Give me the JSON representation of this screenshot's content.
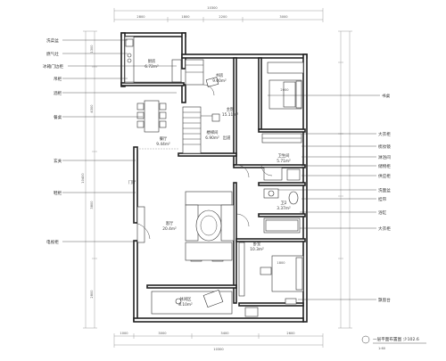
{
  "top_dims": {
    "overall": "10300",
    "segments": [
      "2800",
      "1800",
      "2200",
      "3000"
    ]
  },
  "bottom_dims": {
    "overall": "10300",
    "segments": [
      "1000",
      "3000",
      "3400",
      "2600"
    ]
  },
  "left_dims": {
    "overall": "10400",
    "segments": [
      "1300",
      "4300",
      "3800",
      "2800"
    ]
  },
  "left_labels": [
    "洗菜盆",
    "燃气灶",
    "冰箱门边柜",
    "吊柜",
    "酒柜",
    "餐桌",
    "玄关",
    "鞋柜",
    "电视柜"
  ],
  "right_labels": [
    "书桌",
    "大衣柜",
    "梳妆镜",
    "淋浴间",
    "储物柜",
    "供应柜",
    "洗面盆",
    "挂帘",
    "浴缸",
    "大衣柜",
    "飘窗台"
  ],
  "rooms": [
    {
      "name": "厨房",
      "area": "6.72m²"
    },
    {
      "name": "书房",
      "area": "9.00m²"
    },
    {
      "name": "主卧",
      "area": "15.11m²"
    },
    {
      "name": "餐厅",
      "area": "9.44m²"
    },
    {
      "name": "楼梯间",
      "area": "6.90m²"
    },
    {
      "name": "卫生间",
      "area": "5.71m²"
    },
    {
      "name": "卫2",
      "area": "3.37m²"
    },
    {
      "name": "客厅",
      "area": "20.4m²"
    },
    {
      "name": "卧室",
      "area": "10.3m²"
    },
    {
      "name": "休闲区",
      "area": "8.10m²"
    }
  ],
  "extra_labels": {
    "entry_door": "门厅",
    "upstairs": "出道"
  },
  "bed_labels": [
    "2000",
    "1800"
  ],
  "title_block": {
    "title": "一层平面布置图",
    "scale": "1:60",
    "area": "少102.6"
  }
}
